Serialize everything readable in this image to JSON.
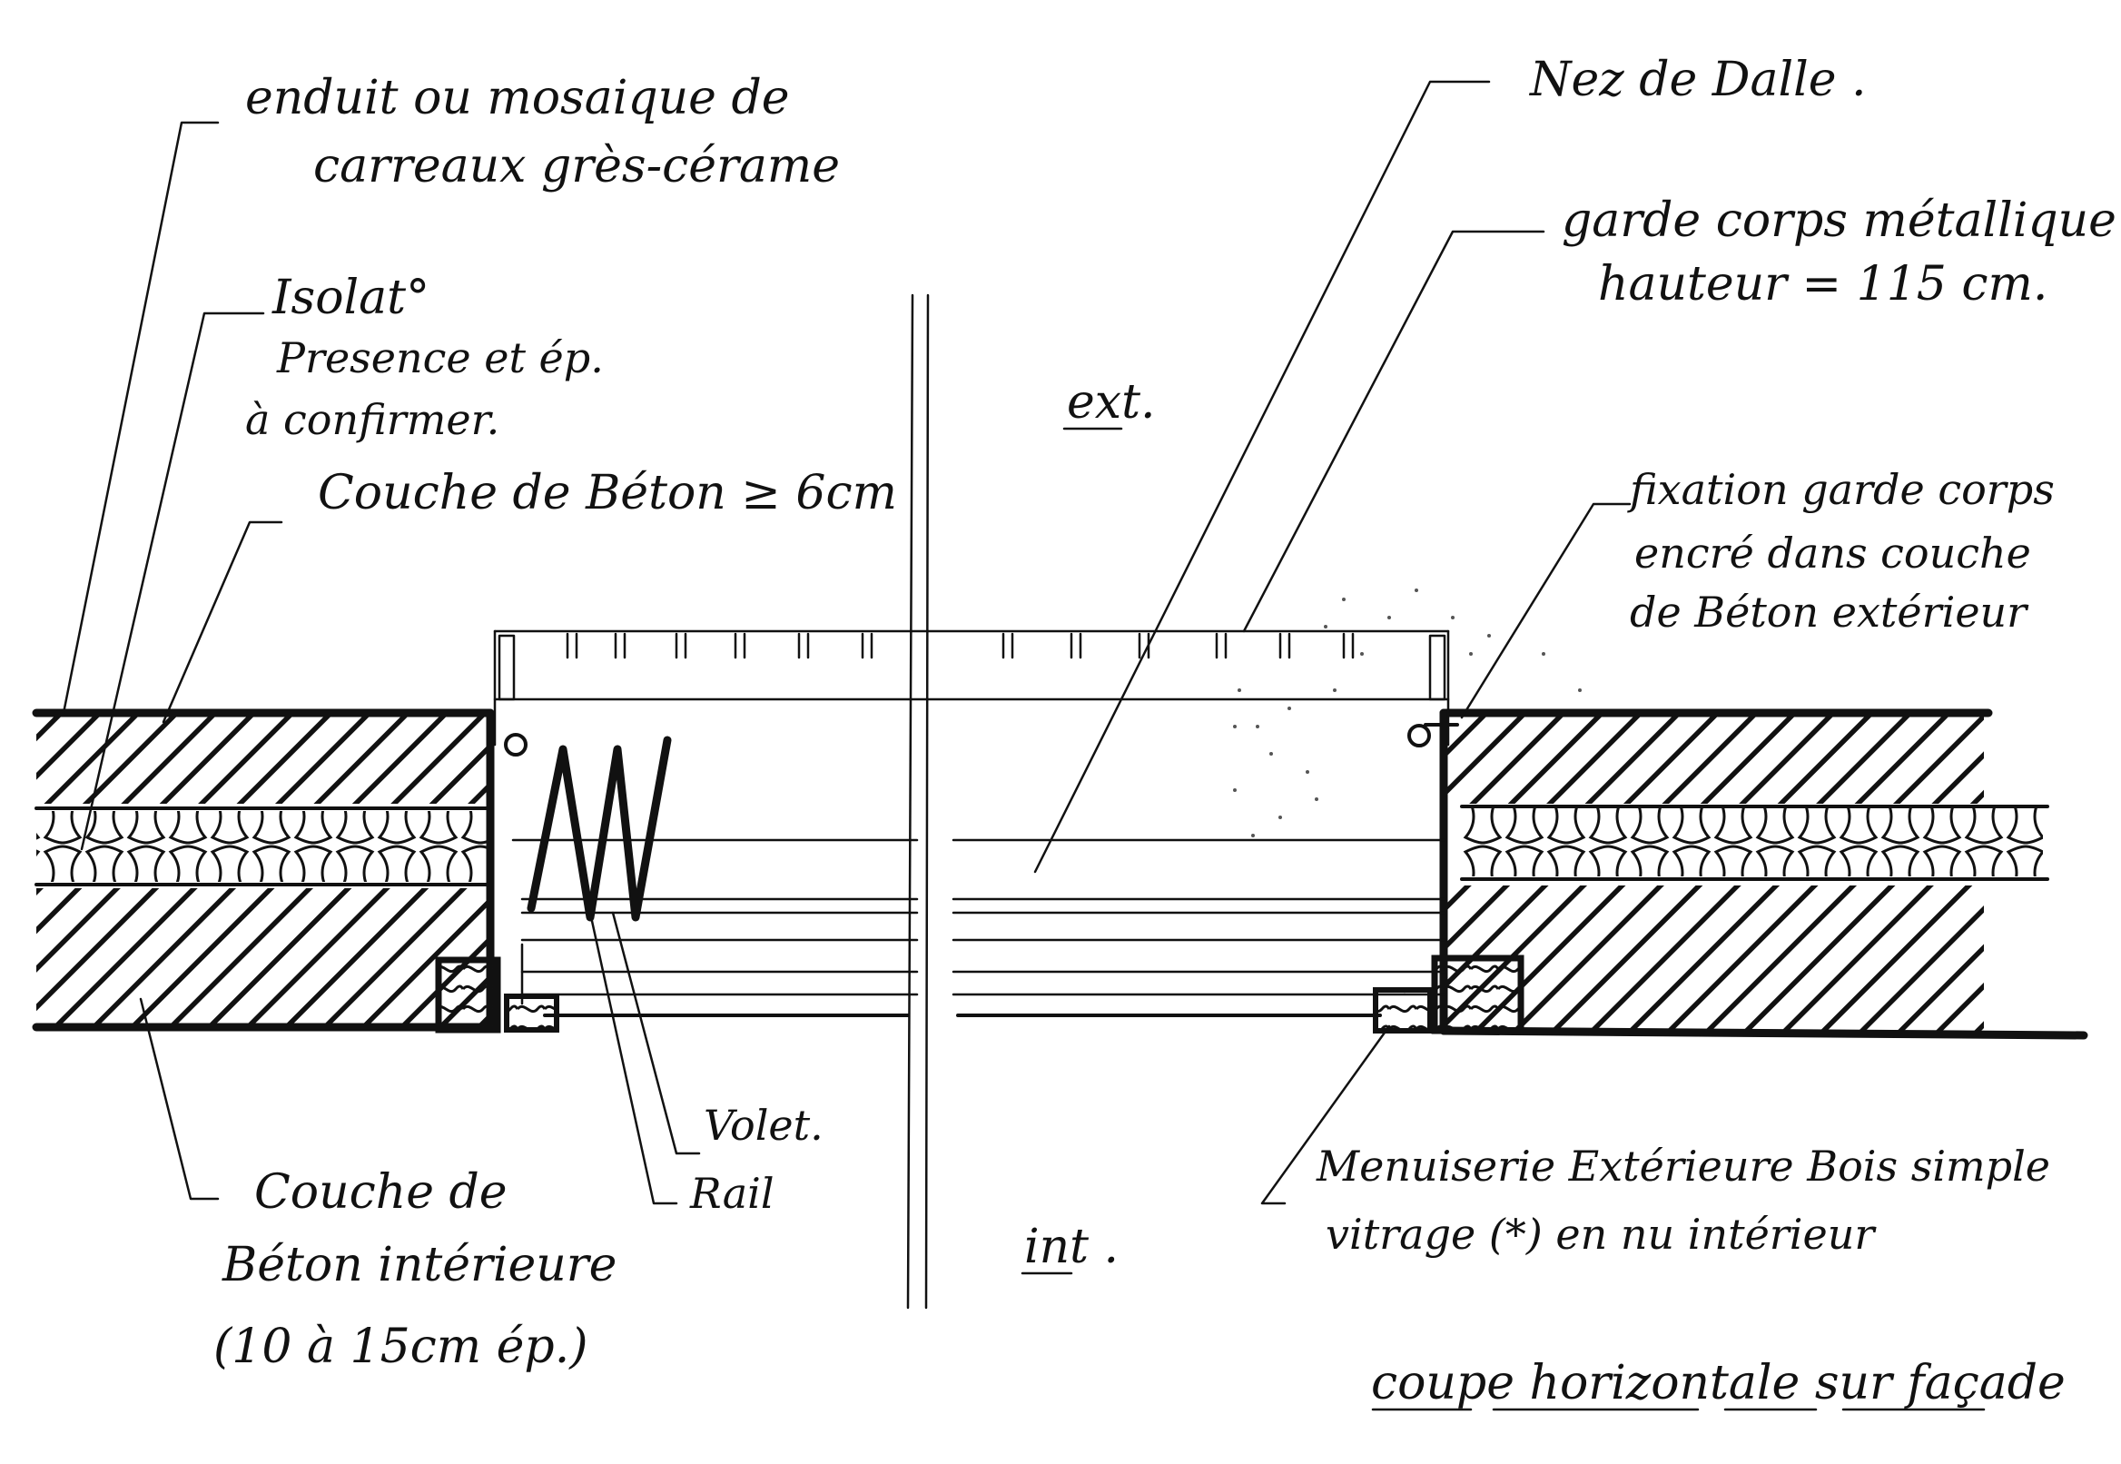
{
  "labels": {
    "enduit": [
      "enduit ou mosaique de",
      "carreaux grès-cérame"
    ],
    "isolation": [
      "Isolat°",
      "Presence et ép.",
      "à confirmer."
    ],
    "couche_beton": "Couche de Béton ≥ 6cm",
    "nez_dalle": "Nez de Dalle .",
    "garde_corps": [
      "garde corps métallique",
      "hauteur = 115 cm."
    ],
    "exterieur": "ext.",
    "interieur": "int .",
    "fixation": [
      "fixation garde corps",
      "encré dans couche",
      "de Béton extérieur"
    ],
    "volet": "Volet.",
    "rail": "Rail",
    "couche_interieure": [
      "Couche de",
      "Béton intérieure",
      "(10 à 15cm ép.)"
    ],
    "menuiserie": [
      "Menuiserie Extérieure Bois simple",
      "vitrage (*) en nu intérieur"
    ],
    "titre": "coupe horizontale sur façade"
  },
  "colors": {
    "ink": "#111111",
    "paper": "#ffffff"
  }
}
